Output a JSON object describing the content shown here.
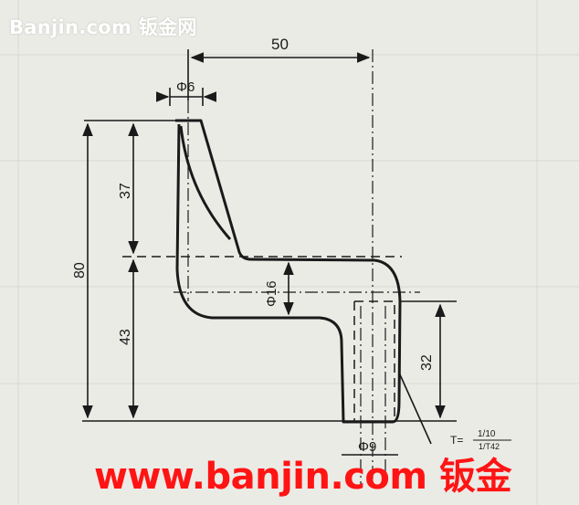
{
  "watermark": {
    "top_text": "Banjin.com 钣金网",
    "bottom_text": "www.banjin.com 钣金"
  },
  "dimensions": {
    "width_50": "50",
    "dia_6": "Φ6",
    "height_37": "37",
    "height_80": "80",
    "height_43": "43",
    "dia_16": "Φ16",
    "height_32": "32",
    "dia_9": "Φ9",
    "thickness_label": "T=",
    "thickness_num": "1/10",
    "thickness_den": "1/T42"
  },
  "colors": {
    "background": "#ebebe6",
    "line": "#1a1a1a",
    "watermark_red": "#ff1414"
  }
}
